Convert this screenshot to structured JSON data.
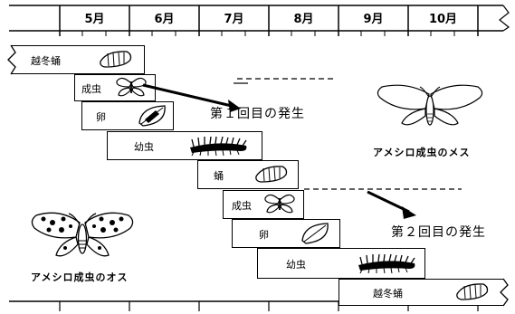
{
  "timeline": {
    "months": [
      "5月",
      "6月",
      "7月",
      "8月",
      "9月",
      "10月"
    ]
  },
  "generation1": {
    "label": "第１回目の発生",
    "stages": {
      "overwinter_pupa": "越冬蛹",
      "adult": "成虫",
      "egg": "卵",
      "larva": "幼虫",
      "pupa": "蛹"
    }
  },
  "generation2": {
    "label": "第２回目の発生",
    "stages": {
      "adult": "成虫",
      "egg": "卵",
      "larva": "幼虫",
      "overwinter_pupa": "越冬蛹"
    }
  },
  "moths": {
    "female_caption": "アメシロ成虫のメス",
    "male_caption": "アメシロ成虫のオス"
  },
  "icons": {
    "pupa": "pupa-icon",
    "butterfly": "butterfly-icon",
    "leaf": "leaf-egg-icon",
    "caterpillar": "caterpillar-icon",
    "moth_female": "moth-female-illustration",
    "moth_male": "moth-male-illustration"
  }
}
